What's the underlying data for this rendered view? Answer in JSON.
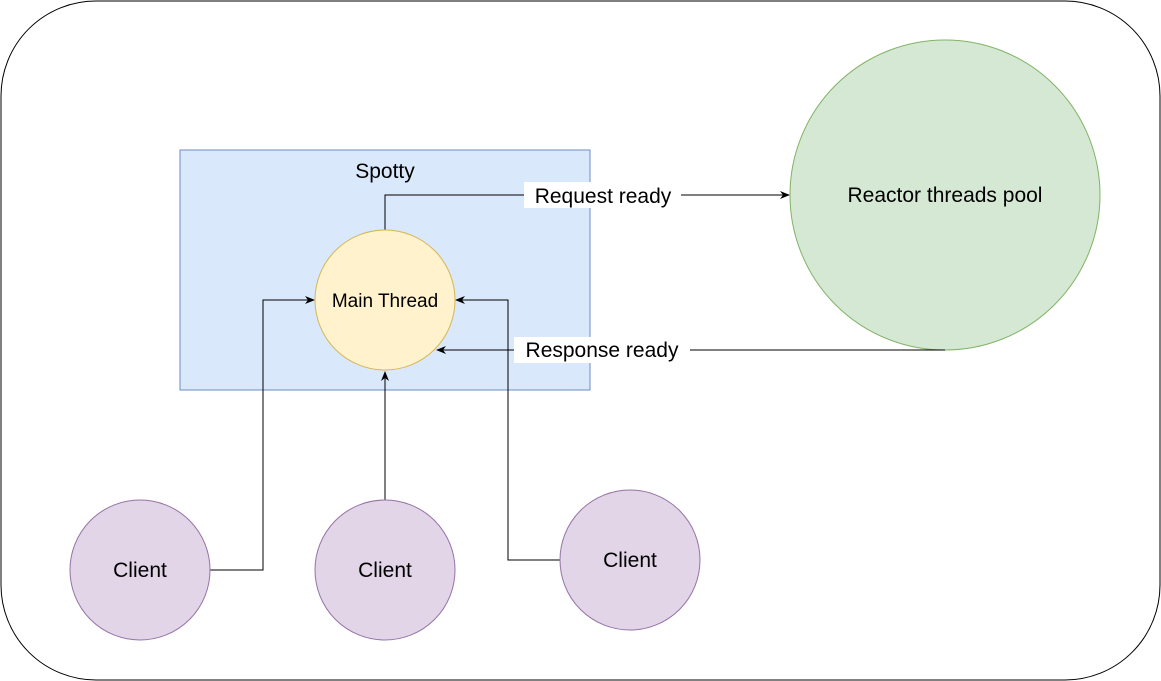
{
  "diagram": {
    "container": {
      "label": ""
    },
    "spotty": {
      "label": "Spotty",
      "fill": "#dae8fc",
      "stroke": "#6c8ebf"
    },
    "main_thread": {
      "label": "Main Thread",
      "fill": "#fff2cc",
      "stroke": "#d6b656"
    },
    "reactor": {
      "label": "Reactor threads pool",
      "fill": "#d5e8d4",
      "stroke": "#82b366"
    },
    "clients": [
      {
        "label": "Client"
      },
      {
        "label": "Client"
      },
      {
        "label": "Client"
      }
    ],
    "client_style": {
      "fill": "#e1d5e7",
      "stroke": "#9673a6"
    },
    "edges": {
      "request_label": "Request ready",
      "response_label": "Response ready"
    }
  }
}
